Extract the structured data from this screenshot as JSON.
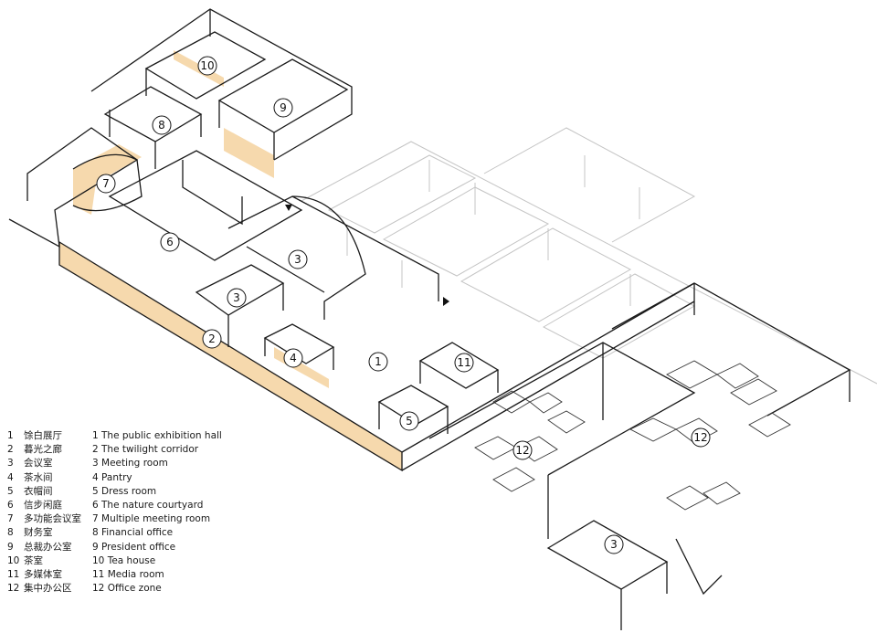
{
  "room_markers": [
    "10",
    "9",
    "8",
    "7",
    "6",
    "3",
    "3",
    "2",
    "4",
    "1",
    "11",
    "5",
    "12",
    "12",
    "3"
  ],
  "legend": [
    {
      "num": "1",
      "zh": "馀白展厅",
      "en": "1 The public exhibition hall"
    },
    {
      "num": "2",
      "zh": "暮光之廊",
      "en": "2 The twilight corridor"
    },
    {
      "num": "3",
      "zh": "会议室",
      "en": "3 Meeting room"
    },
    {
      "num": "4",
      "zh": "茶水间",
      "en": "4 Pantry"
    },
    {
      "num": "5",
      "zh": "衣帽间",
      "en": "5 Dress room"
    },
    {
      "num": "6",
      "zh": "信步闲庭",
      "en": "6 The nature courtyard"
    },
    {
      "num": "7",
      "zh": "多功能会议室",
      "en": "7 Multiple meeting room"
    },
    {
      "num": "8",
      "zh": "财务室",
      "en": "8 Financial office"
    },
    {
      "num": "9",
      "zh": "总裁办公室",
      "en": "9 President office"
    },
    {
      "num": "10",
      "zh": "茶室",
      "en": "10 Tea house"
    },
    {
      "num": "11",
      "zh": "多媒体室",
      "en": "11 Media room"
    },
    {
      "num": "12",
      "zh": "集中办公区",
      "en": "12 Office zone"
    }
  ],
  "colors": {
    "wall_line": "#1a1a1a",
    "faint_line": "#bdbdbd",
    "wood_accent": "#f6d9ad",
    "background": "#ffffff"
  }
}
